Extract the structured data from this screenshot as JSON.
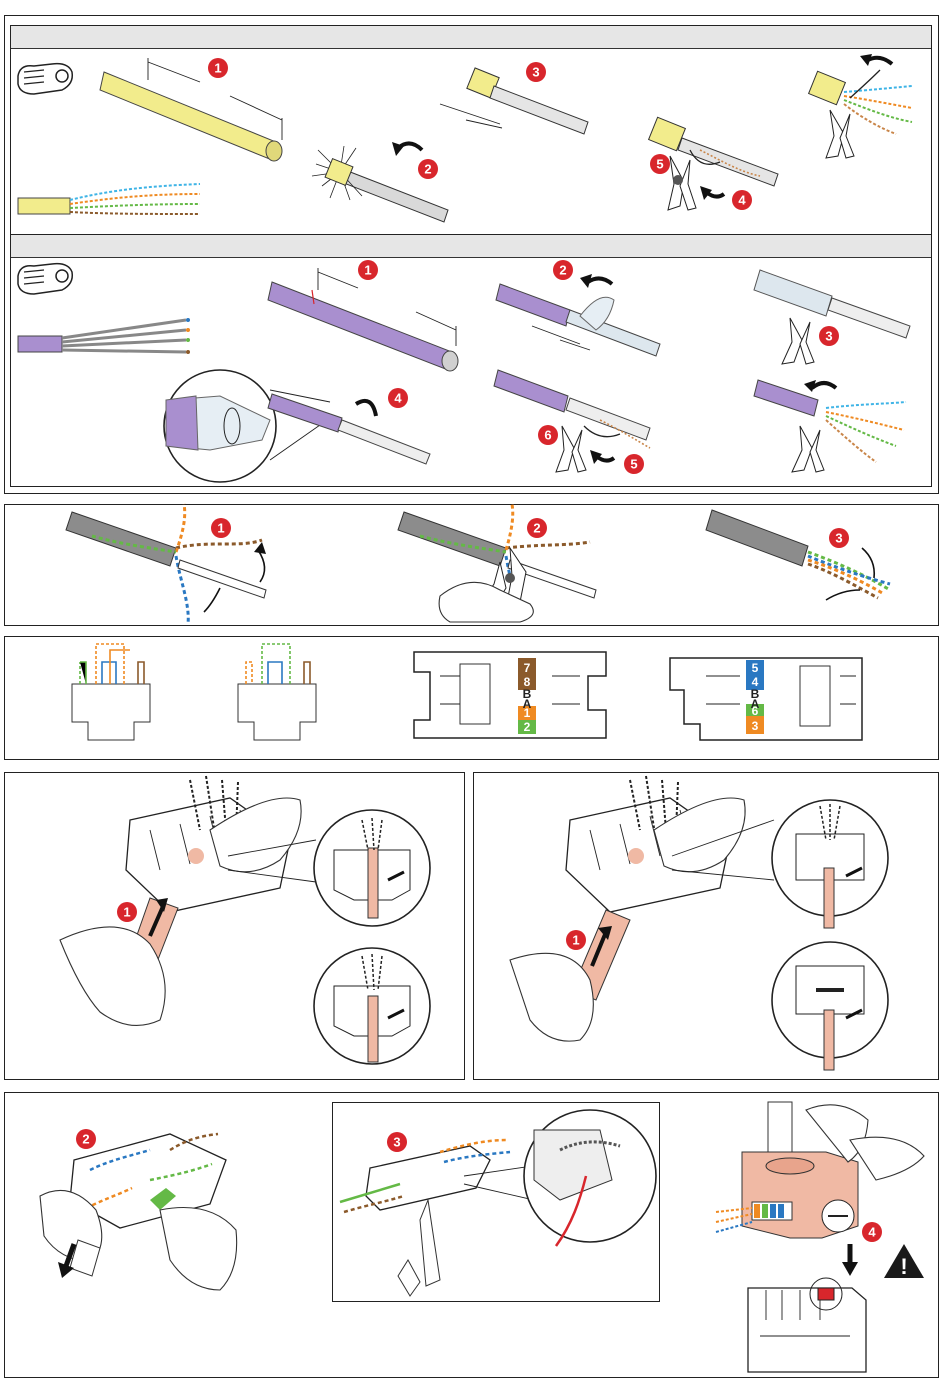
{
  "colors": {
    "badge": "#d8262c",
    "yellow_cable": "#f2ec8c",
    "purple_cable": "#a98fcf",
    "grey_cable": "#8c8c8c",
    "salmon_part": "#f0b9a4",
    "blue_pair": "#2a78c2",
    "orange_pair": "#ef8a22",
    "green_pair": "#64b946",
    "brown_pair": "#8b5a2b",
    "cyan_pair": "#3fb4e6",
    "warning_fill": "#1a1a1a"
  },
  "icons": [
    "stripping-tool-icon",
    "cutter-icon",
    "curved-arrow-icon",
    "straight-arrow-icon",
    "warning-triangle-icon",
    "hand-icon"
  ],
  "panel1": {
    "badges": [
      "1",
      "2",
      "3",
      "4",
      "5"
    ]
  },
  "panel2": {
    "badges": [
      "1",
      "2",
      "3",
      "4",
      "5",
      "6"
    ]
  },
  "panel3": {
    "badges": [
      "1",
      "2",
      "3"
    ]
  },
  "panel4": {
    "block_a_pins": [
      "7",
      "8",
      "B",
      "A",
      "1",
      "2"
    ],
    "block_b_pins": [
      "5",
      "4",
      "B",
      "A",
      "6",
      "3"
    ]
  },
  "panel5": {
    "badges": [
      "1"
    ]
  },
  "panel6": {
    "badges": [
      "1"
    ]
  },
  "panel7": {
    "badges": [
      "2"
    ]
  },
  "panel8": {
    "badges": [
      "3"
    ]
  },
  "panel9": {
    "badges": [
      "4"
    ],
    "warning_symbol": "!"
  }
}
